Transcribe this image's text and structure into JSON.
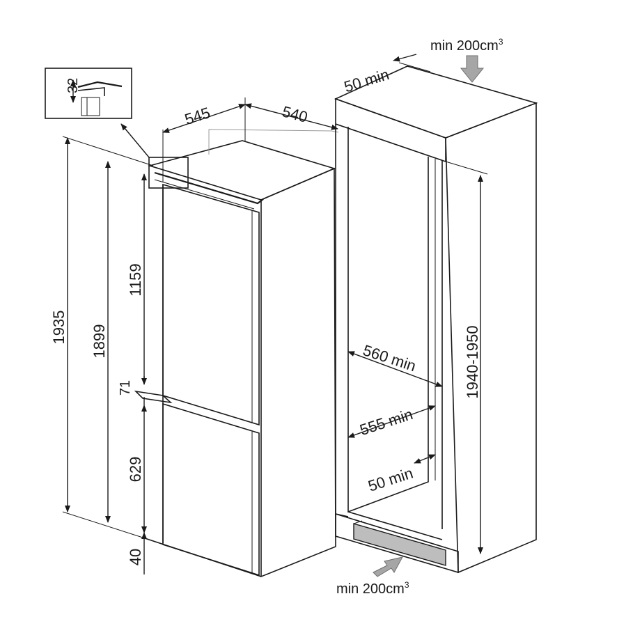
{
  "dimensions": {
    "depth_appliance": "545",
    "width_appliance": "540",
    "total_height": "1935",
    "body_height": "1899",
    "upper_door": "1159",
    "gap": "71",
    "lower_door": "629",
    "plinth": "40",
    "detail_height": "32"
  },
  "niche": {
    "top_clearance": "50 min",
    "top_vent": "min 200cm",
    "top_vent_sup": "3",
    "niche_height": "1940-1950",
    "niche_depth": "560 min",
    "niche_width": "555 min",
    "back_clearance": "50 min",
    "bottom_vent": "min 200cm",
    "bottom_vent_sup": "3"
  }
}
